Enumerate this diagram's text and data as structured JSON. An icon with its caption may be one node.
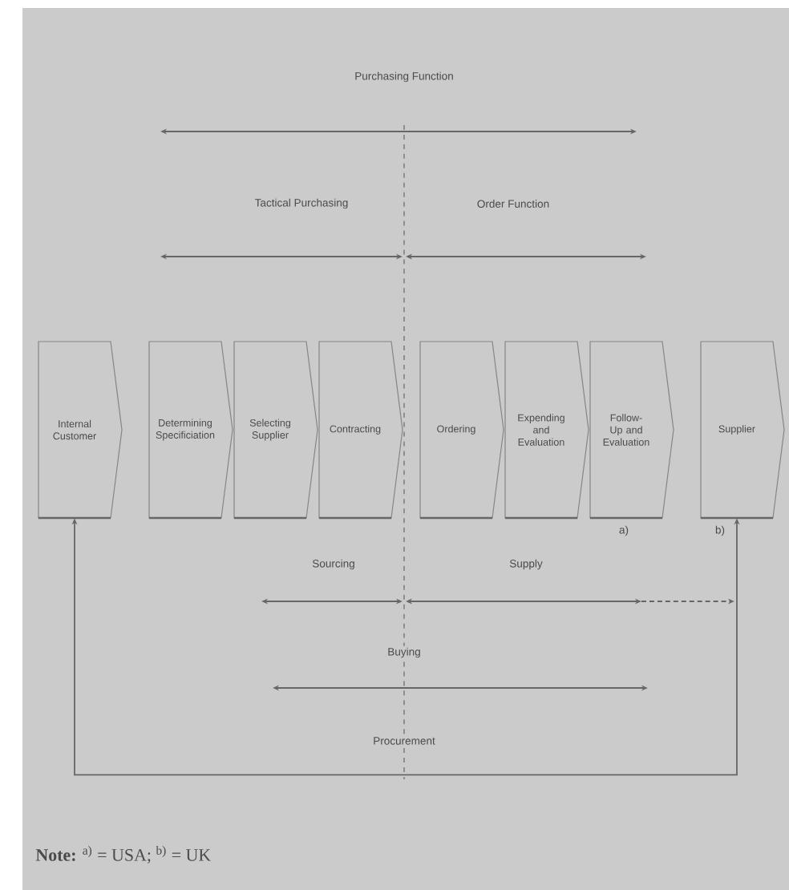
{
  "diagram": {
    "nodes": [
      {
        "text": [
          "Internal Customer"
        ]
      },
      {
        "text": [
          "Determining Specificiation"
        ]
      },
      {
        "text": [
          "Selecting Supplier"
        ]
      },
      {
        "text": [
          "Contracting"
        ]
      },
      {
        "text": [
          "Ordering"
        ]
      },
      {
        "text": [
          "Expending and Evaluation"
        ]
      },
      {
        "text": [
          "Follow-Up and Evaluation"
        ]
      },
      {
        "text": [
          "Supplier"
        ]
      }
    ],
    "edges": [
      {
        "from": 0,
        "to": 7,
        "arrow": "both",
        "label": "Procurement"
      }
    ],
    "labels": [
      "Purchasing Function",
      "Tactical Purchasing",
      "Order Function",
      "a)",
      "b)",
      "Sourcing",
      "Supply",
      "Buying",
      "**Note:** $^{a)}$ = USA; $^{b)}$ = UK"
    ]
  }
}
